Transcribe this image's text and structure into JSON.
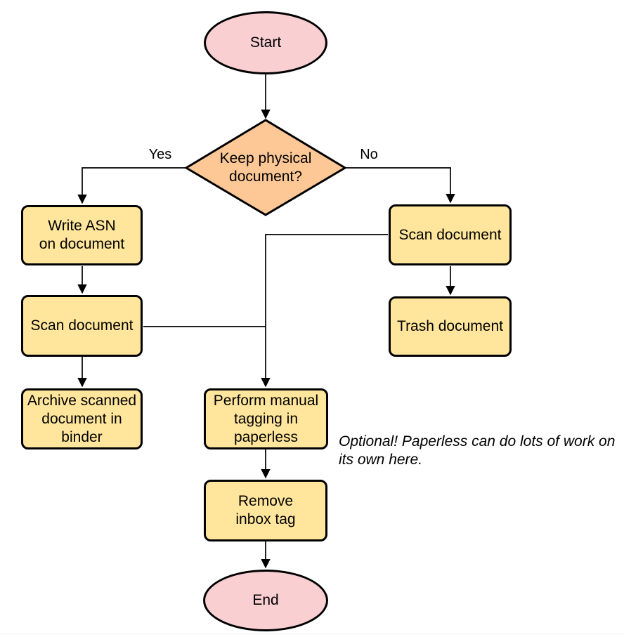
{
  "colors": {
    "terminal_fill": "#F9CFD2",
    "decision_fill": "#FDC896",
    "process_fill": "#FFE69C",
    "stroke": "#000000",
    "edge": "#000000",
    "bottom_rule": "#ECEFF1"
  },
  "nodes": {
    "start": {
      "label": "Start",
      "type": "terminal"
    },
    "decision": {
      "label": "Keep physical\ndocument?",
      "type": "decision"
    },
    "write_asn": {
      "label": "Write ASN\non document",
      "type": "process"
    },
    "scan_left": {
      "label": "Scan document",
      "type": "process"
    },
    "archive": {
      "label": "Archive scanned\ndocument in\nbinder",
      "type": "process"
    },
    "scan_right": {
      "label": "Scan document",
      "type": "process"
    },
    "trash": {
      "label": "Trash document",
      "type": "process"
    },
    "tagging": {
      "label": "Perform manual\ntagging in\npaperless",
      "type": "process"
    },
    "remove_inbox": {
      "label": "Remove\ninbox tag",
      "type": "process"
    },
    "end": {
      "label": "End",
      "type": "terminal"
    }
  },
  "edge_labels": {
    "yes": "Yes",
    "no": "No"
  },
  "annotation": {
    "text": "Optional! Paperless can do lots of work on\nits own here."
  }
}
